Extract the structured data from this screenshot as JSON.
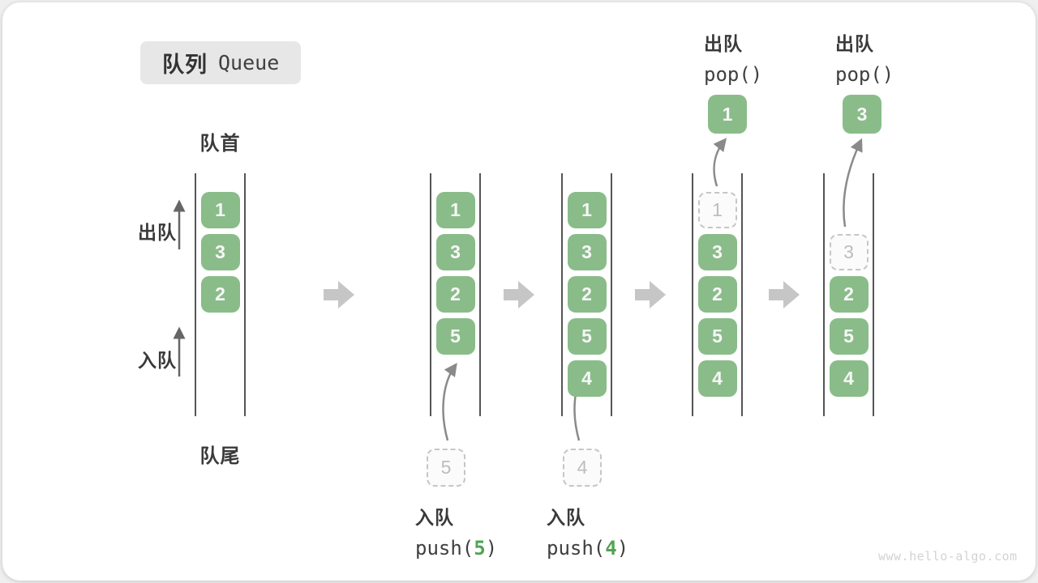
{
  "title": {
    "zh": "队列",
    "en": "Queue"
  },
  "labels": {
    "front": "队首",
    "rear": "队尾",
    "dequeue": "出队",
    "enqueue": "入队"
  },
  "states": [
    {
      "name": "initial",
      "cells": [
        "1",
        "3",
        "2"
      ]
    },
    {
      "name": "after-push-5",
      "cells": [
        "1",
        "3",
        "2",
        "5"
      ],
      "incoming": "5",
      "op": {
        "label": "入队",
        "fn": "push(",
        "arg": "5",
        "close": ")"
      }
    },
    {
      "name": "after-push-4",
      "cells": [
        "1",
        "3",
        "2",
        "5",
        "4"
      ],
      "incoming": "4",
      "op": {
        "label": "入队",
        "fn": "push(",
        "arg": "4",
        "close": ")"
      }
    },
    {
      "name": "after-pop-1",
      "ghost": "1",
      "cells": [
        "3",
        "2",
        "5",
        "4"
      ],
      "popped": "1",
      "op": {
        "label": "出队",
        "code": "pop()"
      }
    },
    {
      "name": "after-pop-3",
      "ghost": "3",
      "cells": [
        "2",
        "5",
        "4"
      ],
      "popped": "3",
      "op": {
        "label": "出队",
        "code": "pop()"
      }
    }
  ],
  "watermark": "www.hello-algo.com",
  "colors": {
    "cell_green": "#8abc8a",
    "accent_green": "#52a352",
    "block_arrow_gray": "#c6c6c6",
    "channel_line": "#555555",
    "curve_arrow": "#8a8a8a"
  }
}
